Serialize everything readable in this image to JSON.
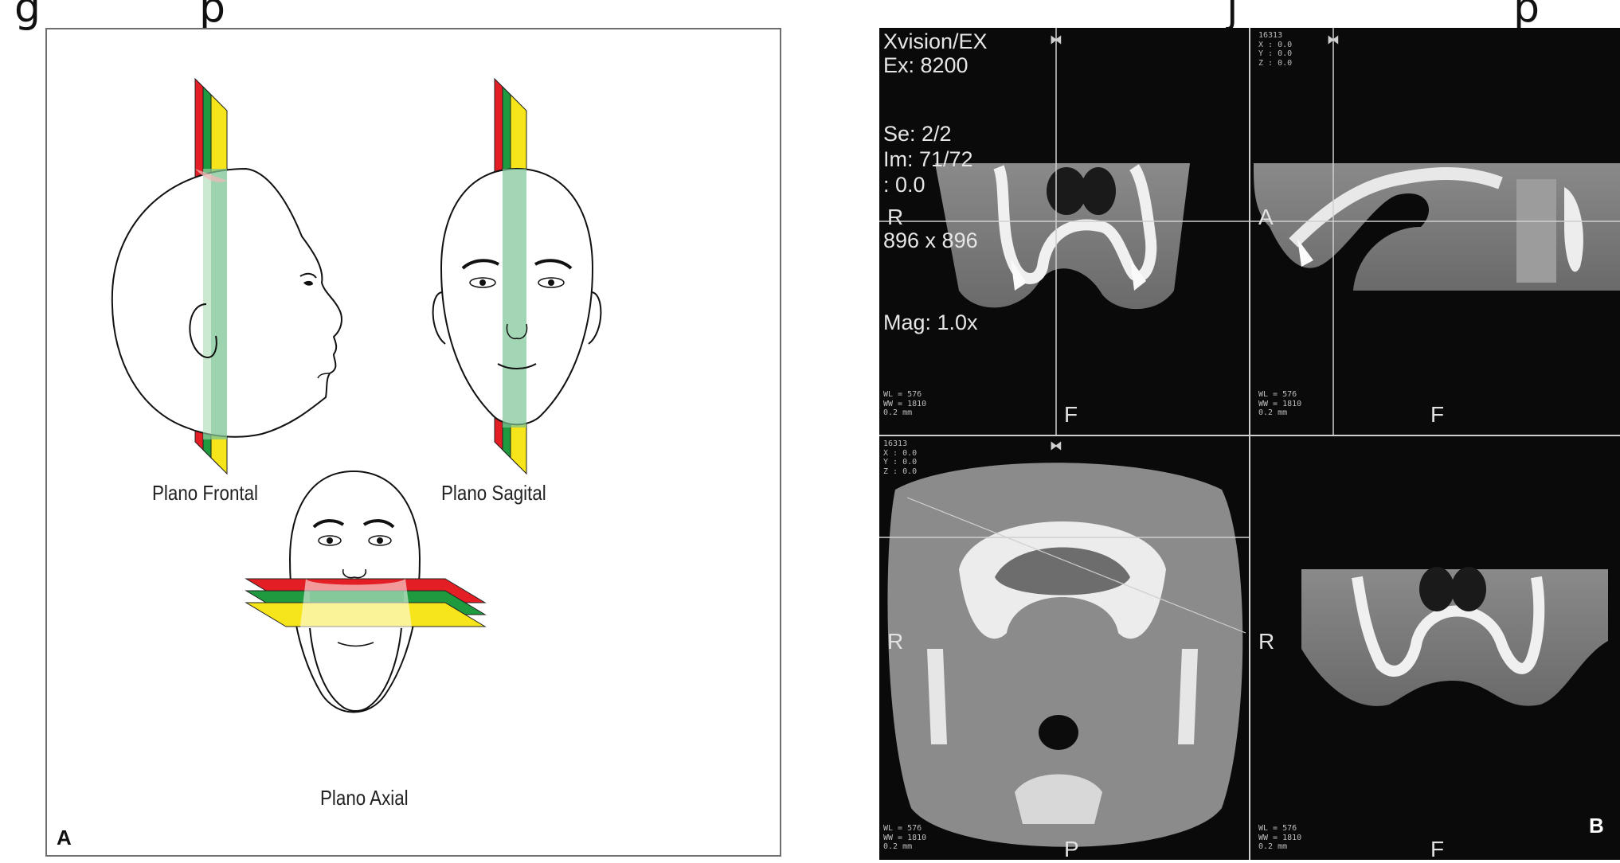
{
  "panel_a": {
    "label": "A",
    "planes": {
      "frontal": "Plano Frontal",
      "sagittal": "Plano Sagital",
      "axial": "Plano Axial"
    },
    "plane_colors": {
      "red": "#e31e24",
      "green": "#1f9a3e",
      "yellow": "#f5e51a"
    }
  },
  "panel_b": {
    "label": "B",
    "header": {
      "device": "Xvision/EX",
      "exam": "Ex: 8200",
      "series": "Se: 2/2",
      "image": "Im: 71/72",
      "position": ": 0.0",
      "matrix": "896 x 896",
      "magnification": "Mag: 1.0x"
    },
    "orientation": {
      "right": "R",
      "anterior": "A",
      "foot": "F",
      "posterior": "P"
    },
    "window_info": "WL = 576\nWW = 1810\n0.2 mm",
    "small_header": "16313\nX : 0.0\nY : 0.0\nZ : 0.0"
  }
}
